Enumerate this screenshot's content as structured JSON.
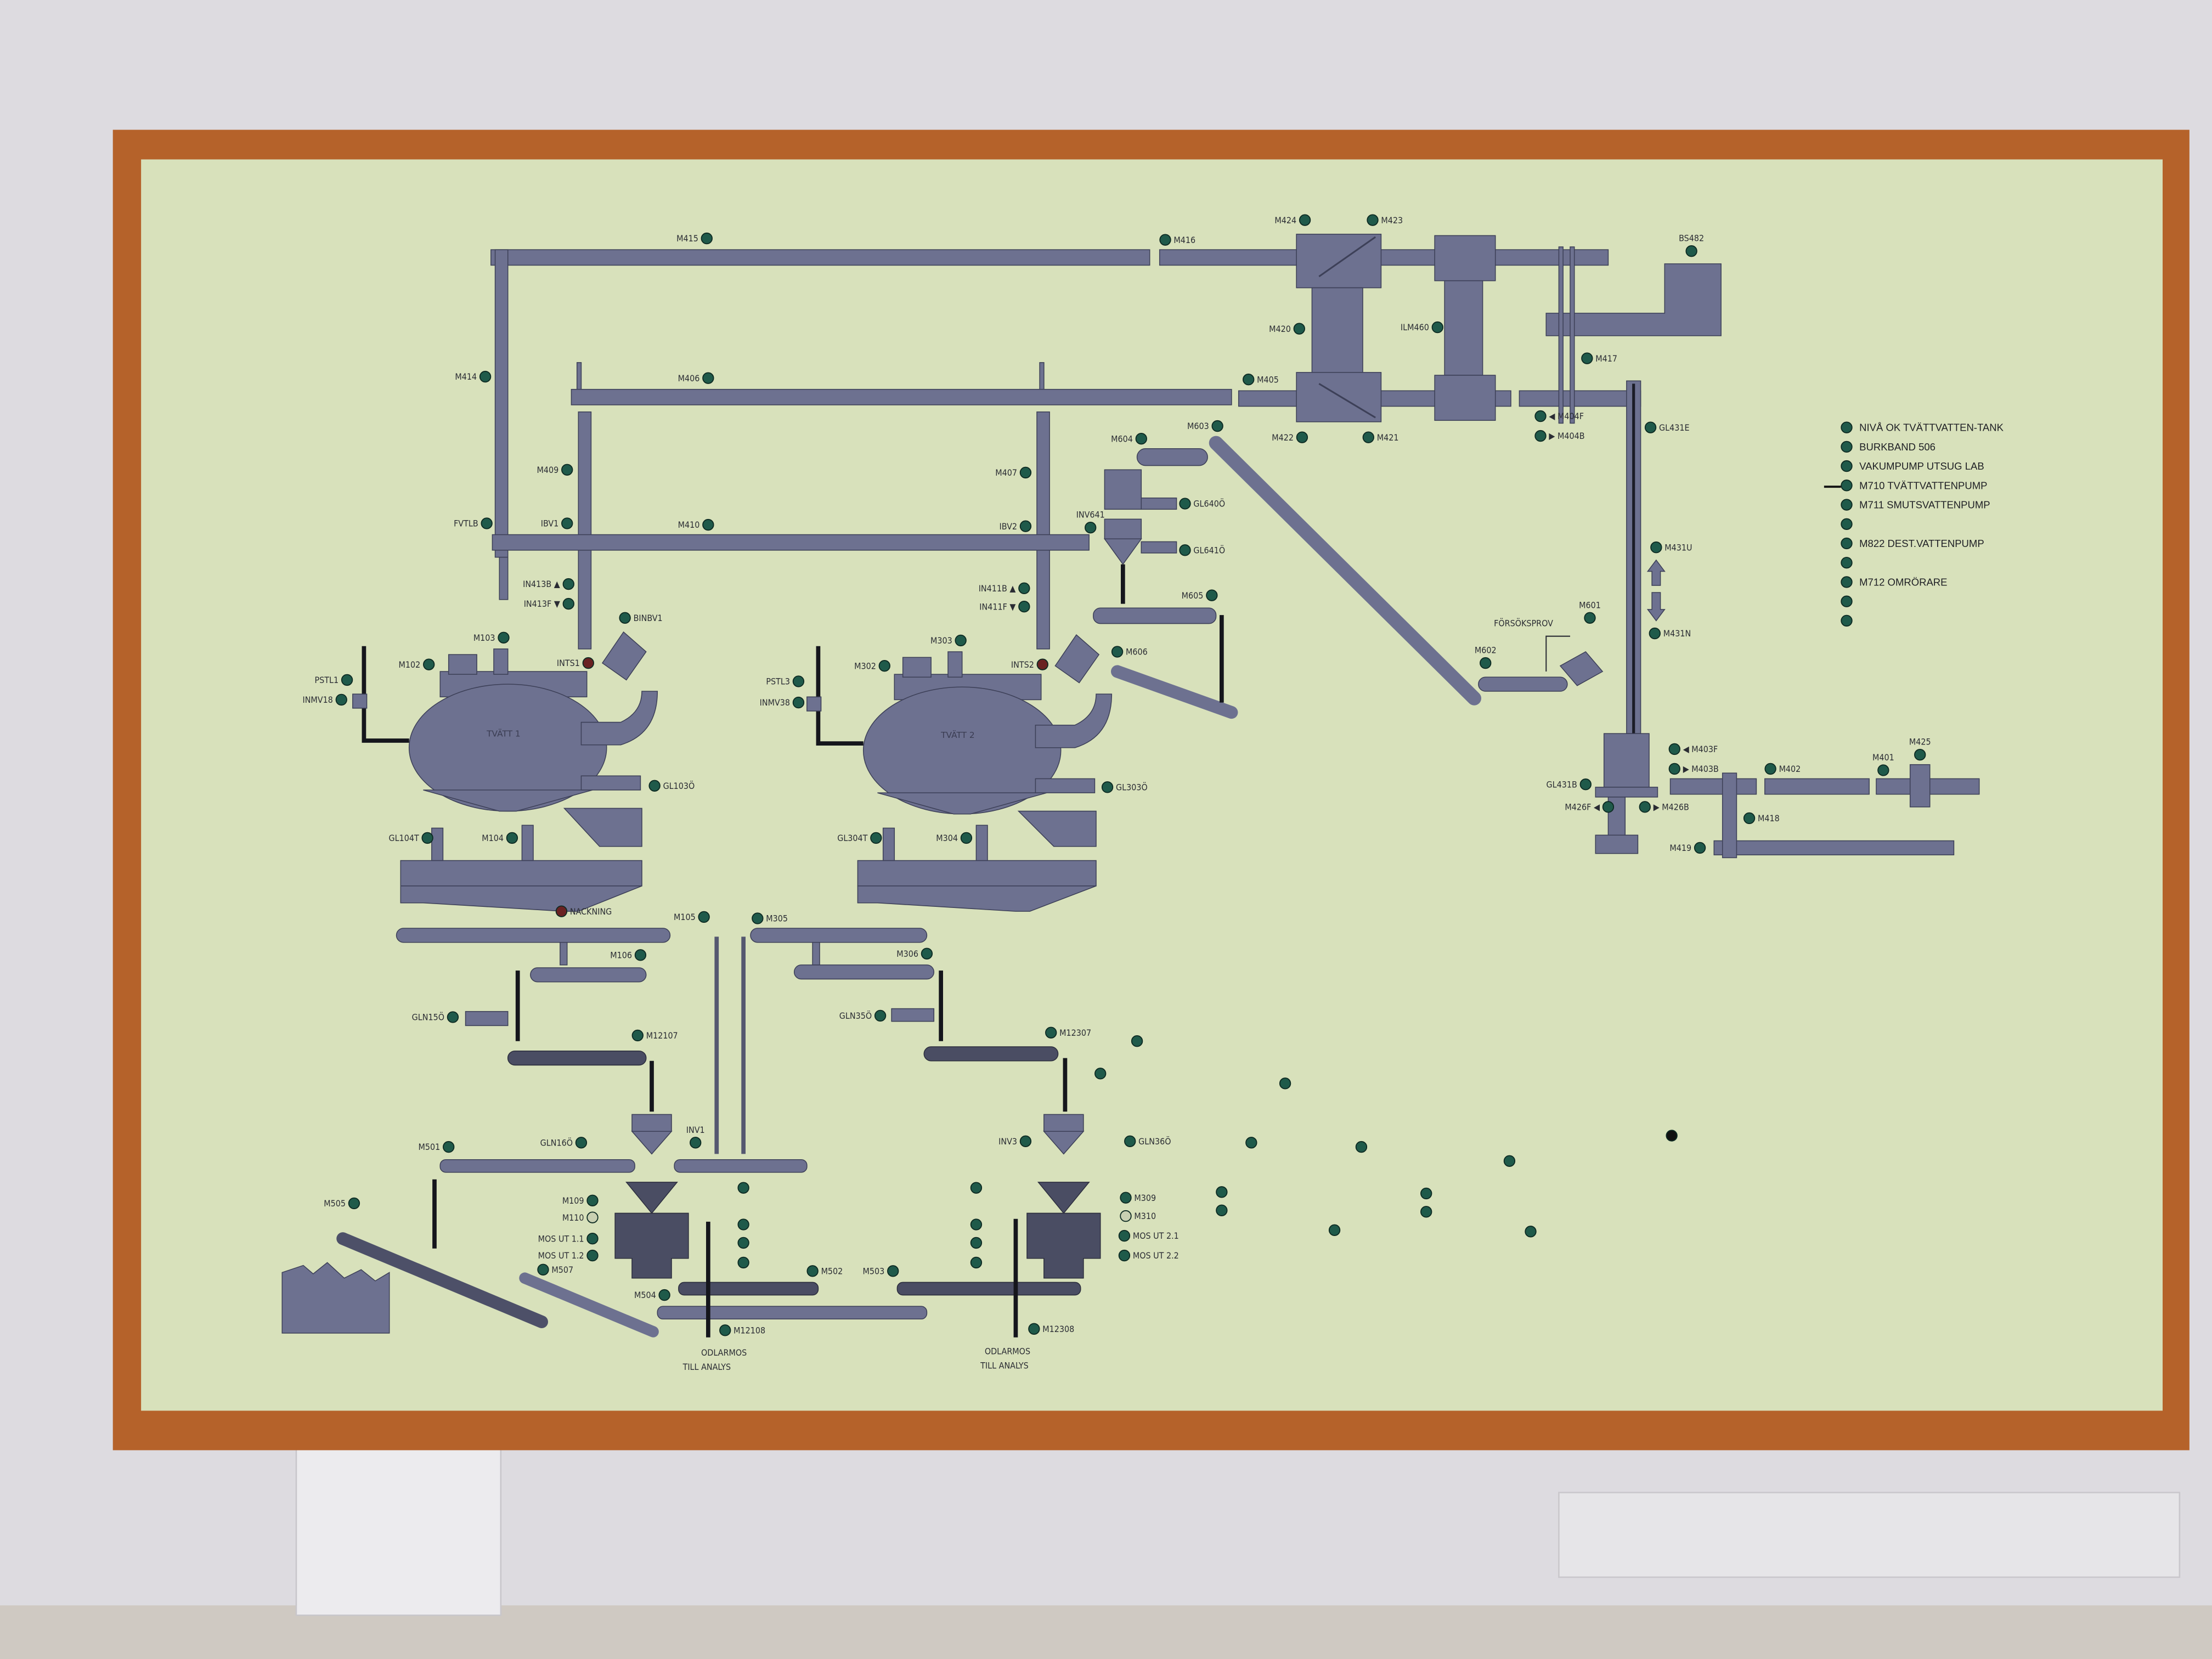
{
  "panel": {
    "tank_1_label": "TVÄTT 1",
    "tank_2_label": "TVÄTT 2",
    "sample_label": "FÖRSÖKSPROV",
    "analysis_1": [
      "ODLARMOS",
      "TILL ANALYS"
    ],
    "analysis_2": [
      "ODLARMOS",
      "TILL ANALYS"
    ]
  },
  "colors": {
    "panel": "#d8e1bb",
    "frame": "#b5622a",
    "pipe": "#6d7190",
    "lamp_on": "#1f5a4a",
    "lamp_alarm": "#6a2222",
    "lamp_off": "#c9d0b2"
  },
  "indicators": [
    {
      "label": "M415",
      "state": "green"
    },
    {
      "label": "M416",
      "state": "green"
    },
    {
      "label": "M424",
      "state": "green"
    },
    {
      "label": "M423",
      "state": "green"
    },
    {
      "label": "BS482",
      "state": "green"
    },
    {
      "label": "M420",
      "state": "green"
    },
    {
      "label": "ILM460",
      "state": "green"
    },
    {
      "label": "M417",
      "state": "green"
    },
    {
      "label": "M414",
      "state": "green"
    },
    {
      "label": "M406",
      "state": "green"
    },
    {
      "label": "M405",
      "state": "green"
    },
    {
      "label": "◀ M404F",
      "state": "green"
    },
    {
      "label": "▶ M404B",
      "state": "green"
    },
    {
      "label": "M422",
      "state": "green"
    },
    {
      "label": "M421",
      "state": "green"
    },
    {
      "label": "M603",
      "state": "green"
    },
    {
      "label": "M604",
      "state": "green"
    },
    {
      "label": "GL431E",
      "state": "green"
    },
    {
      "label": "M409",
      "state": "green"
    },
    {
      "label": "M407",
      "state": "green"
    },
    {
      "label": "GL640Ö",
      "state": "green"
    },
    {
      "label": "INV641",
      "state": "green"
    },
    {
      "label": "FVTLB",
      "state": "green"
    },
    {
      "label": "IBV1",
      "state": "green"
    },
    {
      "label": "M410",
      "state": "green"
    },
    {
      "label": "IBV2",
      "state": "green"
    },
    {
      "label": "GL641Ö",
      "state": "green"
    },
    {
      "label": "M431U",
      "state": "green"
    },
    {
      "label": "IN413B ▲",
      "state": "green"
    },
    {
      "label": "IN413F ▼",
      "state": "green"
    },
    {
      "label": "IN411B ▲",
      "state": "green"
    },
    {
      "label": "IN411F ▼",
      "state": "green"
    },
    {
      "label": "M605",
      "state": "green"
    },
    {
      "label": "BINBV1",
      "state": "green"
    },
    {
      "label": "M601",
      "state": "green"
    },
    {
      "label": "M431N",
      "state": "green"
    },
    {
      "label": "M103",
      "state": "green"
    },
    {
      "label": "M303",
      "state": "green"
    },
    {
      "label": "M102",
      "state": "green"
    },
    {
      "label": "M302",
      "state": "green"
    },
    {
      "label": "INTS1",
      "state": "red"
    },
    {
      "label": "INTS2",
      "state": "red"
    },
    {
      "label": "M606",
      "state": "green"
    },
    {
      "label": "M602",
      "state": "green"
    },
    {
      "label": "PSTL1",
      "state": "green"
    },
    {
      "label": "PSTL3",
      "state": "green"
    },
    {
      "label": "INMV18",
      "state": "green"
    },
    {
      "label": "INMV38",
      "state": "green"
    },
    {
      "label": "GL103Ö",
      "state": "green"
    },
    {
      "label": "GL303Ö",
      "state": "green"
    },
    {
      "label": "◀ M403F",
      "state": "green"
    },
    {
      "label": "▶ M403B",
      "state": "green"
    },
    {
      "label": "M425",
      "state": "green"
    },
    {
      "label": "M401",
      "state": "green"
    },
    {
      "label": "M402",
      "state": "green"
    },
    {
      "label": "GL431B",
      "state": "green"
    },
    {
      "label": "M426F ◀",
      "state": "green"
    },
    {
      "label": "▶ M426B",
      "state": "green"
    },
    {
      "label": "M418",
      "state": "green"
    },
    {
      "label": "M419",
      "state": "green"
    },
    {
      "label": "GL104T",
      "state": "green"
    },
    {
      "label": "M104",
      "state": "green"
    },
    {
      "label": "GL304T",
      "state": "green"
    },
    {
      "label": "M304",
      "state": "green"
    },
    {
      "label": "NACKNING",
      "state": "red"
    },
    {
      "label": "M105",
      "state": "green"
    },
    {
      "label": "M305",
      "state": "green"
    },
    {
      "label": "M106",
      "state": "green"
    },
    {
      "label": "M306",
      "state": "green"
    },
    {
      "label": "GLN15Ö",
      "state": "green"
    },
    {
      "label": "GLN35Ö",
      "state": "green"
    },
    {
      "label": "M12107",
      "state": "green"
    },
    {
      "label": "M12307",
      "state": "green"
    },
    {
      "label": "GLN16Ö",
      "state": "green"
    },
    {
      "label": "INV1",
      "state": "green"
    },
    {
      "label": "M501",
      "state": "green"
    },
    {
      "label": "INV3",
      "state": "green"
    },
    {
      "label": "GLN36Ö",
      "state": "green"
    },
    {
      "label": "M505",
      "state": "green"
    },
    {
      "label": "M109",
      "state": "green"
    },
    {
      "label": "M110",
      "state": "off"
    },
    {
      "label": "MOS UT 1.1",
      "state": "green"
    },
    {
      "label": "MOS UT 1.2",
      "state": "green"
    },
    {
      "label": "M507",
      "state": "green"
    },
    {
      "label": "M309",
      "state": "green"
    },
    {
      "label": "M310",
      "state": "off"
    },
    {
      "label": "MOS UT 2.1",
      "state": "green"
    },
    {
      "label": "MOS UT 2.2",
      "state": "green"
    },
    {
      "label": "M504",
      "state": "green"
    },
    {
      "label": "M502",
      "state": "green"
    },
    {
      "label": "M503",
      "state": "green"
    },
    {
      "label": "M12108",
      "state": "green"
    },
    {
      "label": "M12308",
      "state": "green"
    }
  ],
  "legend": [
    {
      "label": "NIVÅ OK TVÄTTVATTEN-TANK",
      "state": "green"
    },
    {
      "label": "BURKBAND 506",
      "state": "green"
    },
    {
      "label": "VAKUMPUMP UTSUG LAB",
      "state": "green"
    },
    {
      "label": "M710   TVÄTTVATTENPUMP",
      "state": "green"
    },
    {
      "label": "M711   SMUTSVATTENPUMP",
      "state": "green"
    },
    {
      "label": "",
      "state": "green"
    },
    {
      "label": "M822   DEST.VATTENPUMP",
      "state": "green"
    },
    {
      "label": "",
      "state": "green"
    },
    {
      "label": "M712 OMRÖRARE",
      "state": "green"
    },
    {
      "label": "",
      "state": "green"
    },
    {
      "label": "",
      "state": "green"
    }
  ]
}
